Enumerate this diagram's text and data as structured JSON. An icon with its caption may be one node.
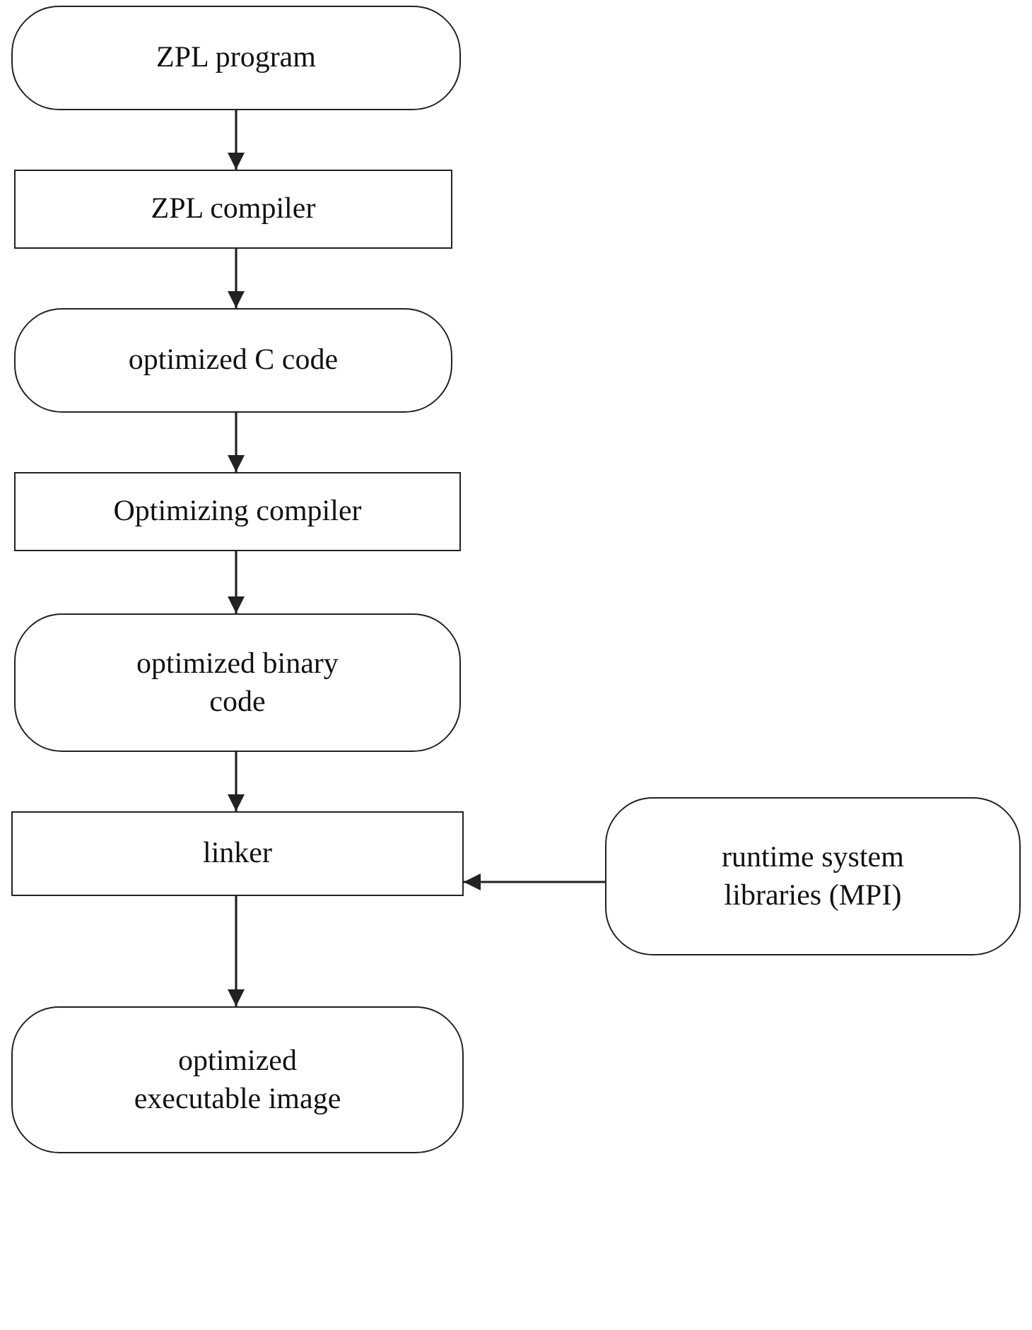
{
  "diagram": {
    "nodes": [
      {
        "text": [
          "ZPL program"
        ]
      },
      {
        "text": [
          "ZPL compiler"
        ]
      },
      {
        "text": [
          "optimized C code"
        ]
      },
      {
        "text": [
          "Optimizing compiler"
        ]
      },
      {
        "text": [
          "optimized binary code"
        ]
      },
      {
        "text": [
          "linker"
        ]
      },
      {
        "text": [
          "runtime system libraries (MPI)"
        ]
      },
      {
        "text": [
          "optimized executable image"
        ]
      }
    ],
    "edges": [
      {
        "from": 0,
        "to": 1,
        "arrow": "to"
      },
      {
        "from": 1,
        "to": 2,
        "arrow": "to"
      },
      {
        "from": 2,
        "to": 3,
        "arrow": "to"
      },
      {
        "from": 3,
        "to": 4,
        "arrow": "to"
      },
      {
        "from": 4,
        "to": 5,
        "arrow": "to"
      },
      {
        "from": 6,
        "to": 5,
        "arrow": "to"
      },
      {
        "from": 5,
        "to": 7,
        "arrow": "to"
      }
    ]
  }
}
